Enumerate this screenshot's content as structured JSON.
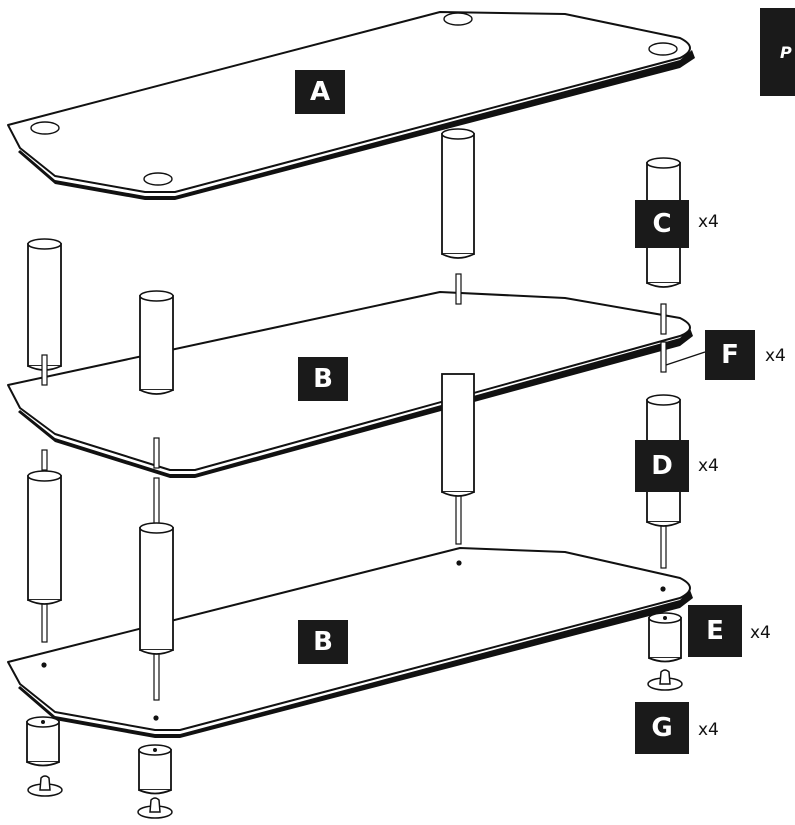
{
  "parts": {
    "A": {
      "letter": "A"
    },
    "B_top": {
      "letter": "B"
    },
    "B_bottom": {
      "letter": "B"
    },
    "C": {
      "letter": "C",
      "qty": "x4"
    },
    "D": {
      "letter": "D",
      "qty": "x4"
    },
    "E": {
      "letter": "E",
      "qty": "x4"
    },
    "F": {
      "letter": "F",
      "qty": "x4"
    },
    "G": {
      "letter": "G",
      "qty": "x4"
    }
  },
  "corner_tab": {
    "text": "P"
  },
  "colors": {
    "ink": "#111111",
    "label_bg": "#1a1a1a",
    "paper": "#ffffff"
  }
}
